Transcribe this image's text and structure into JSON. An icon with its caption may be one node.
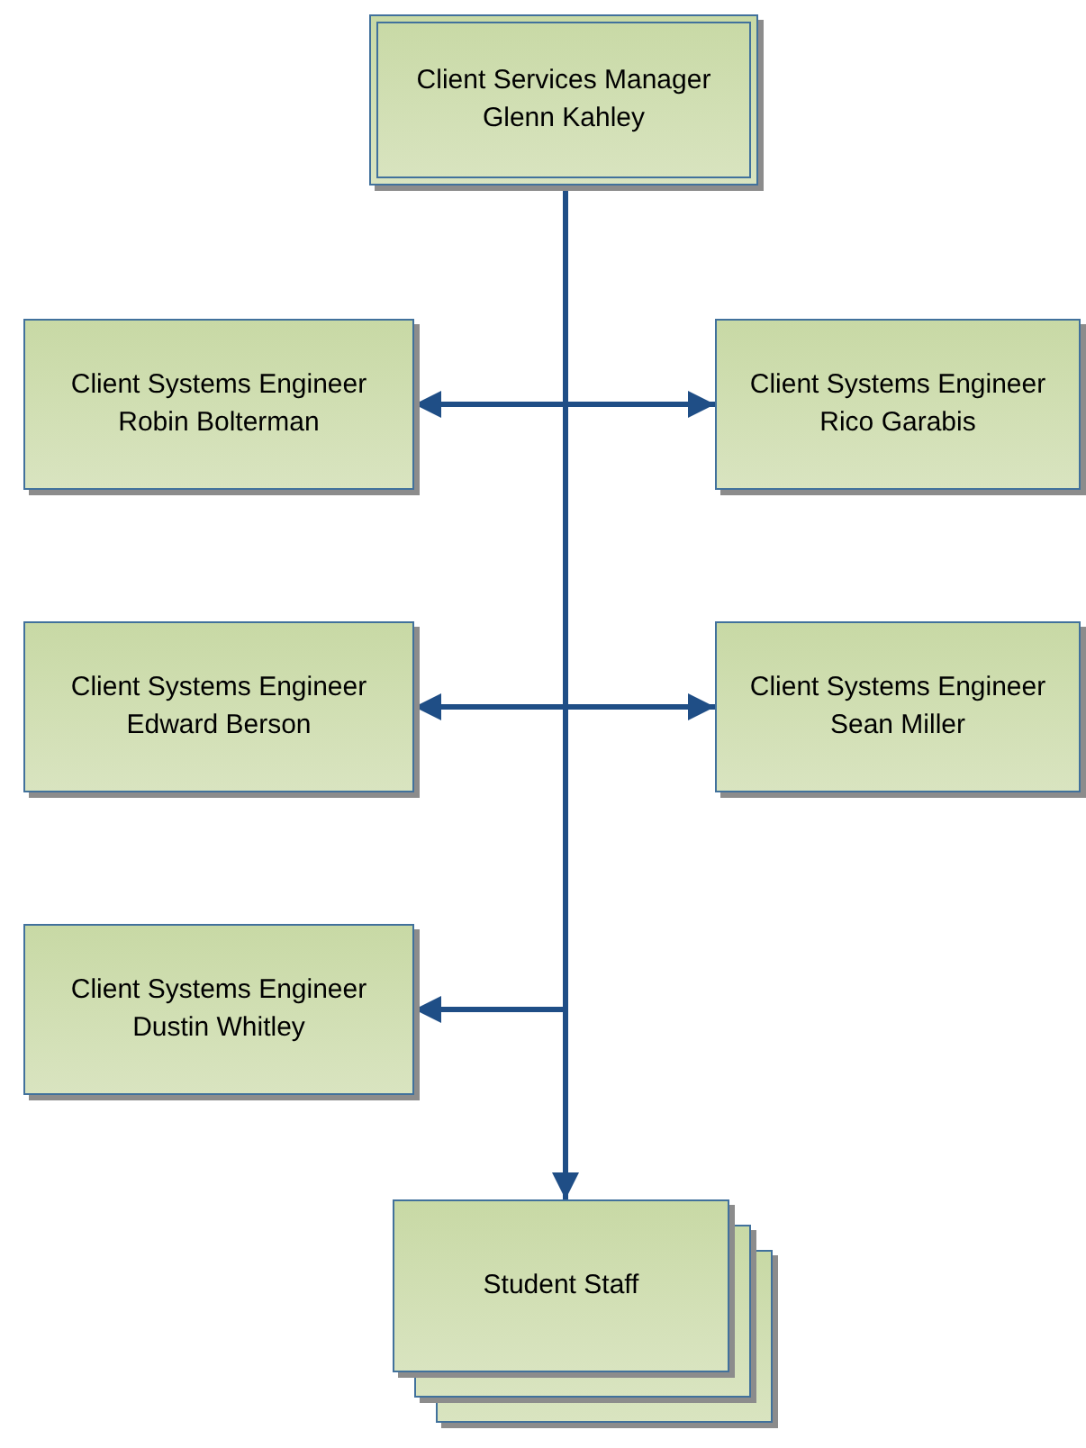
{
  "diagram": {
    "nodes": [
      {
        "text": [
          "Client Services Manager",
          "Glenn Kahley"
        ]
      },
      {
        "text": [
          "Client Systems Engineer",
          "Robin Bolterman"
        ]
      },
      {
        "text": [
          "Client Systems Engineer",
          "Rico Garabis"
        ]
      },
      {
        "text": [
          "Client Systems Engineer",
          "Edward Berson"
        ]
      },
      {
        "text": [
          "Client Systems Engineer",
          "Sean Miller"
        ]
      },
      {
        "text": [
          "Client Systems Engineer",
          "Dustin Whitley"
        ]
      },
      {
        "text": [
          "Student Staff"
        ]
      }
    ],
    "edges": [
      {
        "from": 0,
        "to": 1,
        "arrow": "to"
      },
      {
        "from": 0,
        "to": 2,
        "arrow": "to"
      },
      {
        "from": 0,
        "to": 3,
        "arrow": "to"
      },
      {
        "from": 0,
        "to": 4,
        "arrow": "to"
      },
      {
        "from": 0,
        "to": 5,
        "arrow": "to"
      },
      {
        "from": 0,
        "to": 6,
        "arrow": "to"
      }
    ]
  }
}
